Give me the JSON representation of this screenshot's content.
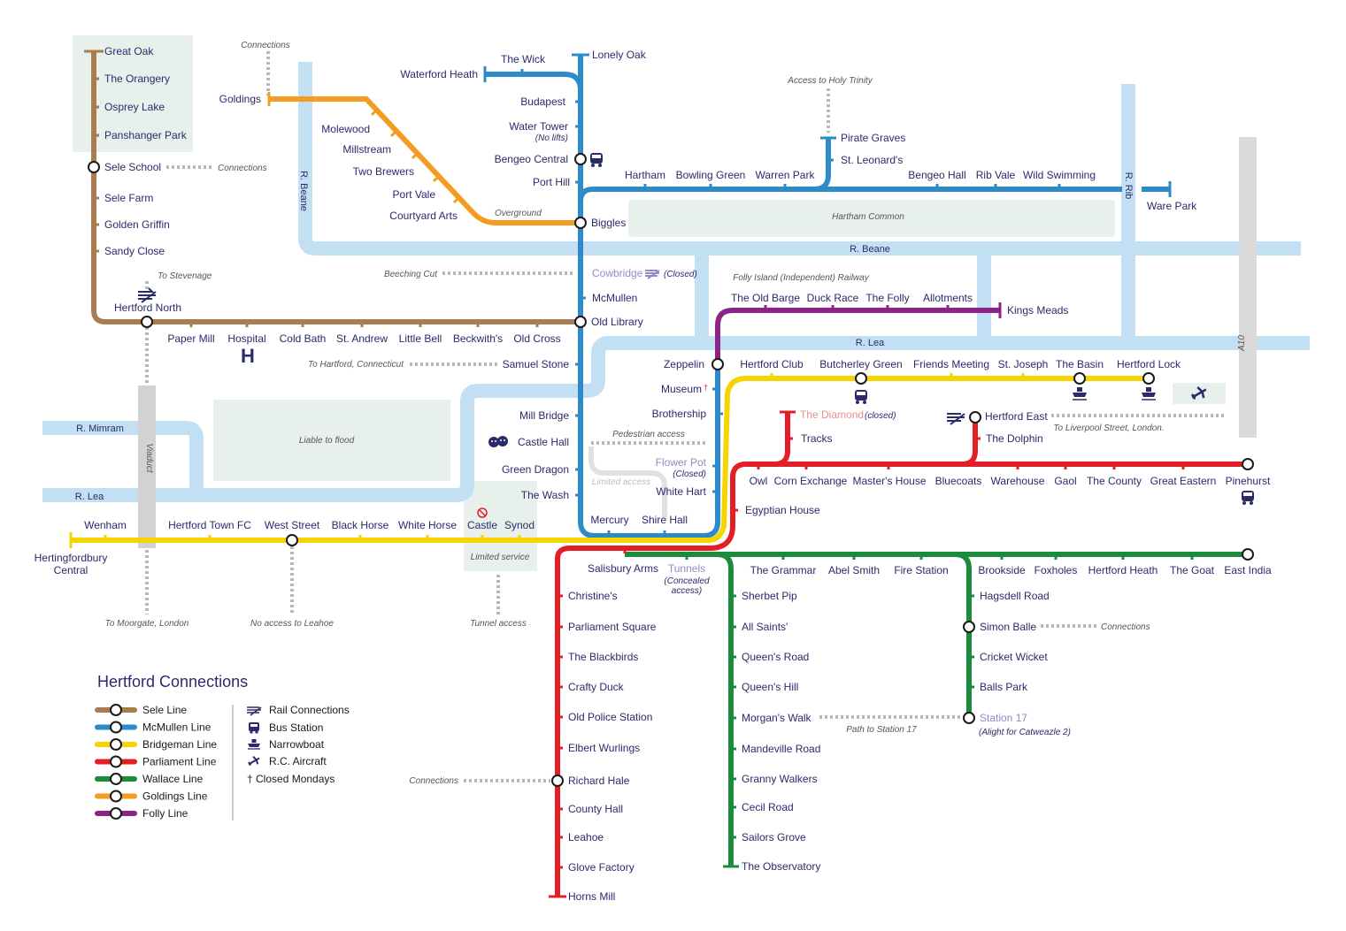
{
  "colors": {
    "sele": "#a97d4f",
    "mcmullen": "#2e8bc9",
    "bridgeman": "#f5d400",
    "parliament": "#e31e24",
    "wallace": "#1c8c3c",
    "goldings": "#f39c1f",
    "folly": "#8b2486",
    "river": "#c3dff3",
    "zone": "#e8f0eb",
    "text": "#2b2a6b"
  },
  "legend": {
    "title": "Hertford Connections",
    "lines": [
      "Sele Line",
      "McMullen Line",
      "Bridgeman Line",
      "Parliament Line",
      "Wallace Line",
      "Goldings Line",
      "Folly Line"
    ],
    "symbols": [
      {
        "icon": "rail-icon",
        "label": "Rail Connections"
      },
      {
        "icon": "bus-icon",
        "label": "Bus Station"
      },
      {
        "icon": "narrowboat-icon",
        "label": "Narrowboat"
      },
      {
        "icon": "aircraft-icon",
        "label": "R.C. Aircraft"
      },
      {
        "icon": "dagger-icon",
        "label": "† Closed Mondays"
      }
    ]
  },
  "rivers": [
    "R. Beane",
    "R. Beane",
    "R. Lea",
    "R. Lea",
    "R. Mimram",
    "R. Rib",
    "A10"
  ],
  "areas": {
    "harthamCommon": "Hartham Common",
    "liable": "Liable to flood",
    "limited": "Limited service",
    "viaduct": "Viaduct",
    "follyRailway": "Folly Island (Independent) Railway"
  },
  "notes": [
    "Connections",
    "Connections",
    "Access to Holy Trinity",
    "Overground",
    "To Stevenage",
    "Beeching Cut",
    "To Hartford, Connecticut",
    "Pedestrian access",
    "Limited access",
    "To Liverpool Street, London.",
    "To Moorgate, London",
    "No access to Leahoe",
    "Tunnel access",
    "Path to Station 17",
    "Connections",
    "Connections"
  ],
  "stations": {
    "sele": [
      "Great Oak",
      "The Orangery",
      "Osprey Lake",
      "Panshanger Park",
      "Sele School",
      "Sele Farm",
      "Golden Griffin",
      "Sandy Close",
      "Hertford North",
      "Paper Mill",
      "Hospital",
      "Cold Bath",
      "St. Andrew",
      "Little Bell",
      "Beckwith's",
      "Old Cross"
    ],
    "goldings": [
      "Goldings",
      "Molewood",
      "Millstream",
      "Two Brewers",
      "Port Vale",
      "Courtyard Arts"
    ],
    "mcmullen": [
      "Lonely Oak",
      "The Wick",
      "Waterford Heath",
      "Budapest",
      "Water Tower",
      "Bengeo Central",
      "Port Hill",
      "Biggles",
      "Cowbridge",
      "McMullen",
      "Old Library",
      "Samuel Stone",
      "Mill Bridge",
      "Castle Hall",
      "Green Dragon",
      "The Wash",
      "Mercury",
      "Shire Hall",
      "White Hart",
      "Flower Pot",
      "Brothership",
      "Museum",
      "Zeppelin",
      "Hartham",
      "Bowling Green",
      "Warren Park",
      "Pirate Graves",
      "St. Leonard's",
      "Bengeo Hall",
      "Rib Vale",
      "Wild Swimming",
      "Ware Park"
    ],
    "folly": [
      "The Old Barge",
      "Duck Race",
      "The Folly",
      "Allotments",
      "Kings Meads"
    ],
    "bridgeman": [
      "Wenham",
      "Hertingfordbury Central",
      "Hertford Town FC",
      "West Street",
      "Black Horse",
      "White Horse",
      "Castle",
      "Synod",
      "Hertford Club",
      "Butcherley Green",
      "Friends Meeting",
      "St. Joseph",
      "The Basin",
      "Hertford Lock"
    ],
    "parliament": [
      "The Diamond",
      "Tracks",
      "Hertford East",
      "The Dolphin",
      "Owl",
      "Corn Exchange",
      "Master's House",
      "Bluecoats",
      "Warehouse",
      "Gaol",
      "The County",
      "Great Eastern",
      "Pinehurst",
      "Egyptian House",
      "Salisbury Arms",
      "Christine's",
      "Parliament Square",
      "The Blackbirds",
      "Crafty Duck",
      "Old Police Station",
      "Elbert Wurlings",
      "Richard Hale",
      "County Hall",
      "Leahoe",
      "Glove Factory",
      "Horns Mill"
    ],
    "wallace": [
      "Tunnels",
      "The Grammar",
      "Abel Smith",
      "Fire Station",
      "Brookside",
      "Foxholes",
      "Hertford Heath",
      "The Goat",
      "East India",
      "Sherbet Pip",
      "All Saints'",
      "Queen's Road",
      "Queen's Hill",
      "Morgan's Walk",
      "Mandeville Road",
      "Granny Walkers",
      "Cecil Road",
      "Sailors Grove",
      "The Observatory",
      "Hagsdell Road",
      "Simon Balle",
      "Cricket Wicket",
      "Balls Park",
      "Station 17"
    ]
  },
  "subnotes": [
    "(No lifts)",
    "(Closed)",
    "(Closed)",
    "(closed)",
    "(Concealed access)",
    "(Alight for Catweazle 2)"
  ]
}
